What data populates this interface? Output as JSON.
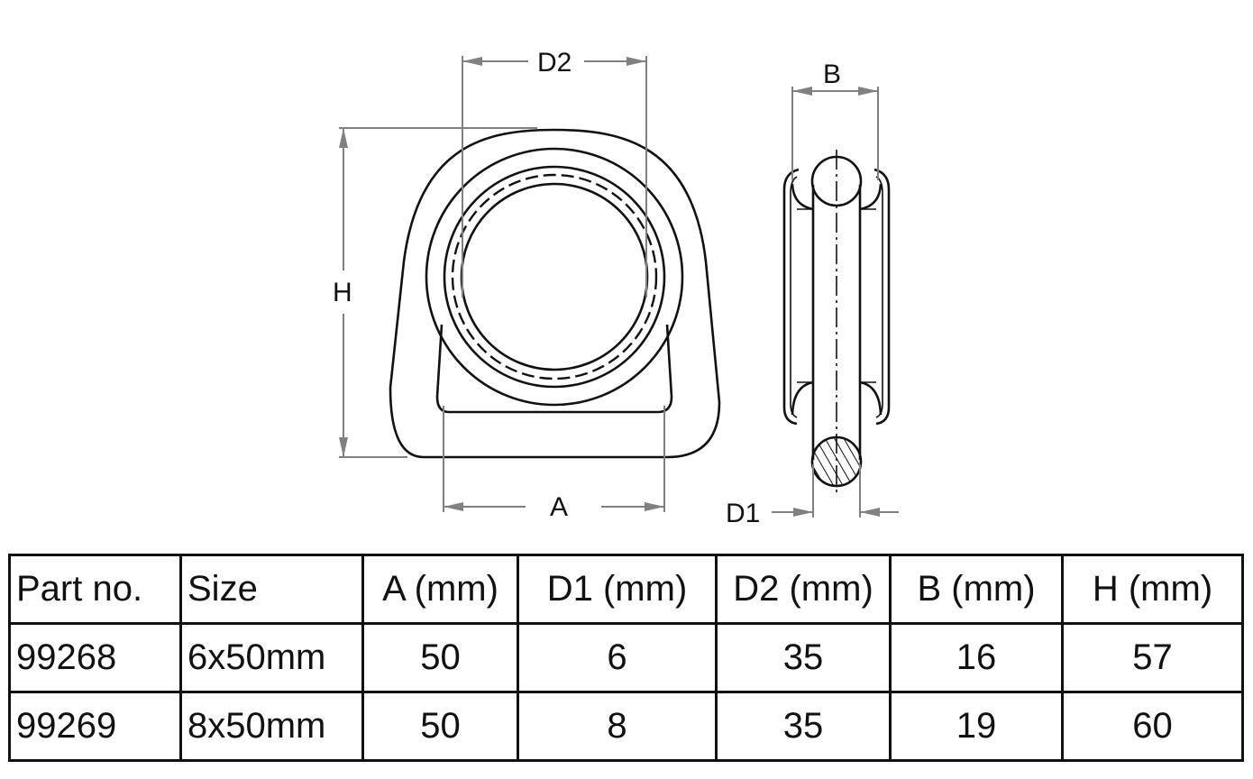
{
  "drawing": {
    "labels": {
      "d2": "D2",
      "b": "B",
      "h": "H",
      "a": "A",
      "d1": "D1"
    }
  },
  "table": {
    "headers": [
      "Part no.",
      "Size",
      "A (mm)",
      "D1 (mm)",
      "D2 (mm)",
      "B (mm)",
      "H (mm)"
    ],
    "rows": [
      [
        "99268",
        "6x50mm",
        "50",
        "6",
        "35",
        "16",
        "57"
      ],
      [
        "99269",
        "8x50mm",
        "50",
        "8",
        "35",
        "19",
        "60"
      ]
    ]
  }
}
